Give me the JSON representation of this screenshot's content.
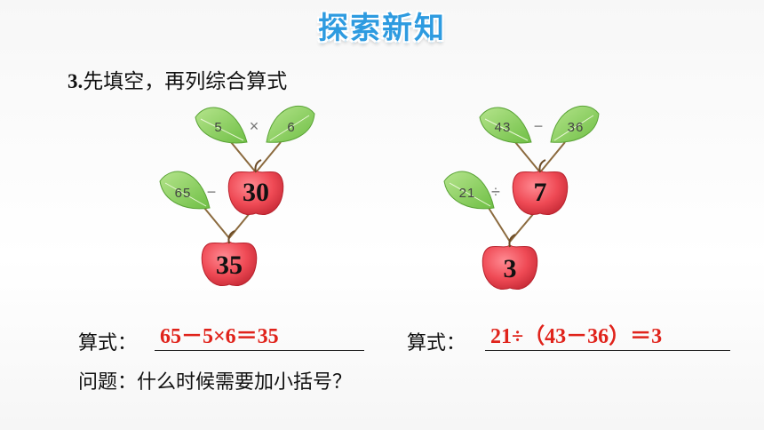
{
  "header": {
    "title": "探索新知"
  },
  "question": {
    "number": "3.",
    "text": "先填空，再列综合算式"
  },
  "tree1": {
    "leaf_top_left": "5",
    "op_top": "×",
    "leaf_top_right": "6",
    "leaf_mid": "65",
    "op_mid": "−",
    "apple_mid": "30",
    "apple_bottom": "35"
  },
  "tree2": {
    "leaf_top_left": "43",
    "op_top": "−",
    "leaf_top_right": "36",
    "leaf_mid": "21",
    "op_mid": "÷",
    "apple_mid": "7",
    "apple_bottom": "3"
  },
  "answers": {
    "label": "算式：",
    "left": "65－5×6＝35",
    "right": "21÷（43－36）＝3"
  },
  "footer": {
    "problem": "问题：什么时候需要加小括号？"
  },
  "colors": {
    "leaf": "#8fd16a",
    "apple": "#ef4a55",
    "answer": "#e0231b",
    "title": "#2e9be0"
  }
}
